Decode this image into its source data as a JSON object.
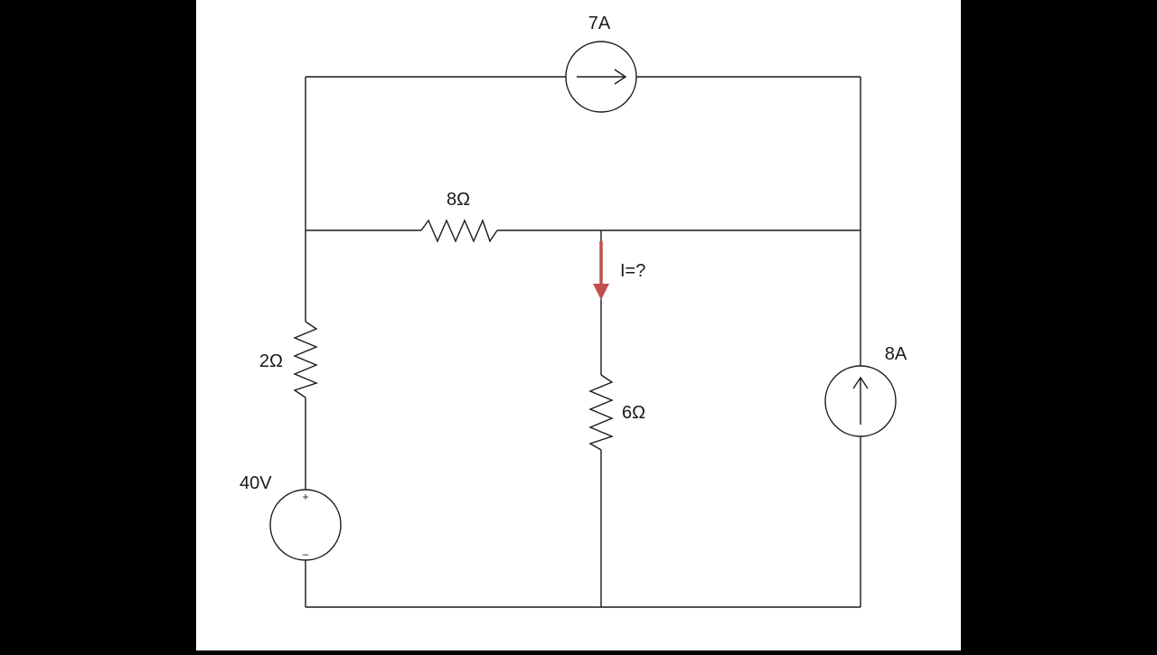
{
  "colors": {
    "background": "#000000",
    "page": "#ffffff",
    "wire": "#1a1a1a",
    "arrow": "#c0504d"
  },
  "labels": {
    "source_7a": "7A",
    "source_8a": "8A",
    "resistor_8": "8Ω",
    "resistor_2": "2Ω",
    "resistor_6": "6Ω",
    "voltage_40": "40V",
    "current_query": "I=?",
    "plus_sign": "+",
    "minus_sign": "–"
  },
  "components": [
    {
      "id": "current-source-top",
      "kind": "current-source",
      "value": "7A",
      "direction": "right"
    },
    {
      "id": "current-source-right",
      "kind": "current-source",
      "value": "8A",
      "direction": "up"
    },
    {
      "id": "resistor-8",
      "kind": "resistor",
      "value": "8Ω"
    },
    {
      "id": "resistor-2",
      "kind": "resistor",
      "value": "2Ω"
    },
    {
      "id": "resistor-6",
      "kind": "resistor",
      "value": "6Ω"
    },
    {
      "id": "voltage-source",
      "kind": "voltage-source",
      "value": "40V"
    }
  ]
}
